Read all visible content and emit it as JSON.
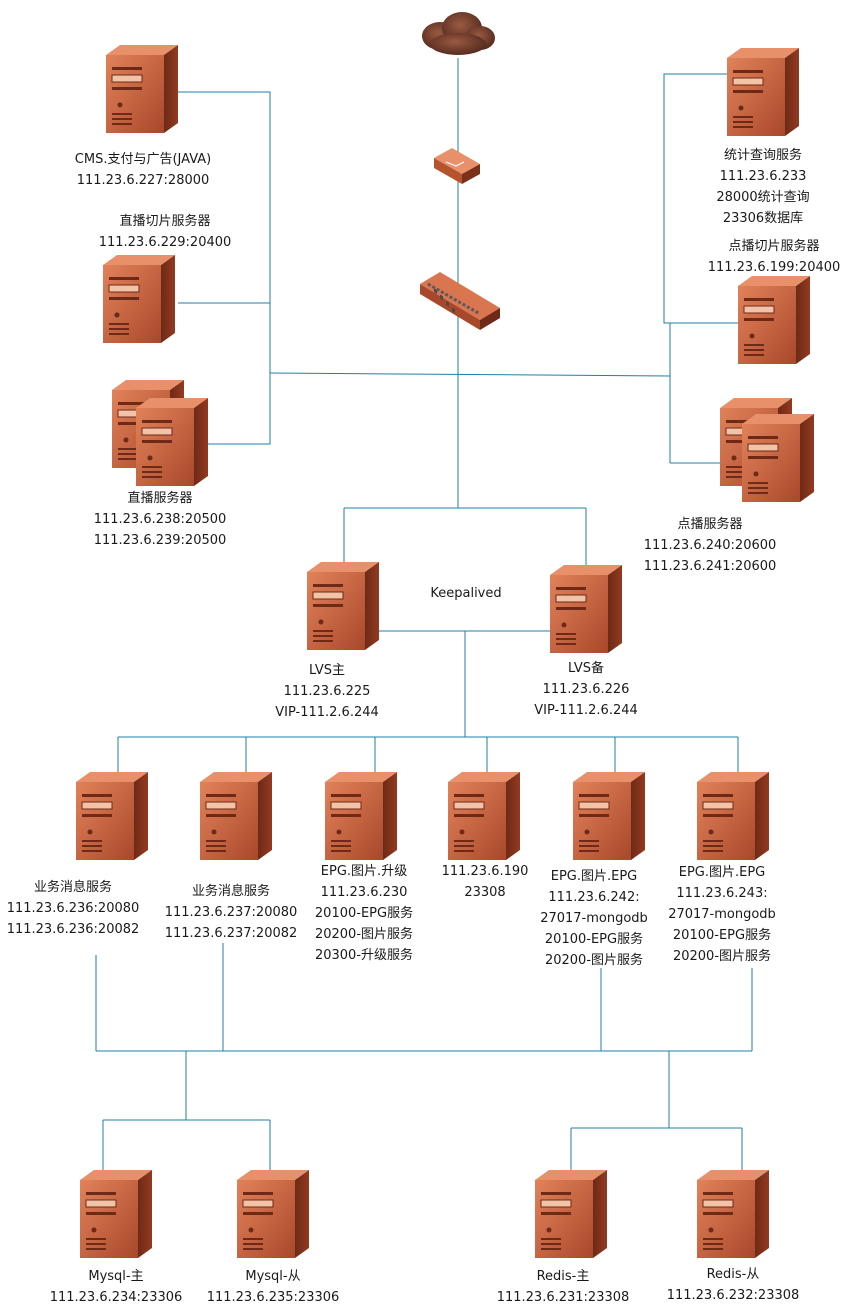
{
  "keepalived": "Keepalived",
  "nodes": [
    {
      "id": "cms",
      "lines": [
        "CMS.支付与广告(JAVA)",
        "111.23.6.227:28000"
      ]
    },
    {
      "id": "live-slice",
      "lines": [
        "直播切片服务器",
        "111.23.6.229:20400"
      ]
    },
    {
      "id": "live-servers",
      "lines": [
        "直播服务器",
        "111.23.6.238:20500",
        "111.23.6.239:20500"
      ]
    },
    {
      "id": "stats",
      "lines": [
        "统计查询服务",
        "111.23.6.233",
        "28000统计查询",
        "23306数据库"
      ]
    },
    {
      "id": "vod-slice",
      "lines": [
        "点播切片服务器",
        "111.23.6.199:20400"
      ]
    },
    {
      "id": "vod-servers",
      "lines": [
        "点播服务器",
        "111.23.6.240:20600",
        "111.23.6.241:20600"
      ]
    },
    {
      "id": "lvs-master",
      "lines": [
        "LVS主",
        "111.23.6.225",
        "VIP-111.2.6.244"
      ]
    },
    {
      "id": "lvs-backup",
      "lines": [
        "LVS备",
        "111.23.6.226",
        "VIP-111.2.6.244"
      ]
    },
    {
      "id": "biz-msg-1",
      "lines": [
        "业务消息服务",
        "111.23.6.236:20080",
        "111.23.6.236:20082"
      ]
    },
    {
      "id": "biz-msg-2",
      "lines": [
        "业务消息服务",
        "111.23.6.237:20080",
        "111.23.6.237:20082"
      ]
    },
    {
      "id": "epg-upgrade",
      "lines": [
        "EPG.图片.升级",
        "111.23.6.230",
        "20100-EPG服务",
        "20200-图片服务",
        "20300-升级服务"
      ]
    },
    {
      "id": "srv-190",
      "lines": [
        "111.23.6.190",
        "23308"
      ]
    },
    {
      "id": "epg-242",
      "lines": [
        "EPG.图片.EPG",
        "111.23.6.242:",
        "27017-mongodb",
        "20100-EPG服务",
        "20200-图片服务"
      ]
    },
    {
      "id": "epg-243",
      "lines": [
        "EPG.图片.EPG",
        "111.23.6.243:",
        "27017-mongodb",
        "20100-EPG服务",
        "20200-图片服务"
      ]
    },
    {
      "id": "mysql-master",
      "lines": [
        "Mysql-主",
        "111.23.6.234:23306"
      ]
    },
    {
      "id": "mysql-slave",
      "lines": [
        "Mysql-从",
        "111.23.6.235:23306"
      ]
    },
    {
      "id": "redis-master",
      "lines": [
        "Redis-主",
        "111.23.6.231:23308"
      ]
    },
    {
      "id": "redis-slave",
      "lines": [
        "Redis-从",
        "111.23.6.232:23308"
      ]
    }
  ]
}
